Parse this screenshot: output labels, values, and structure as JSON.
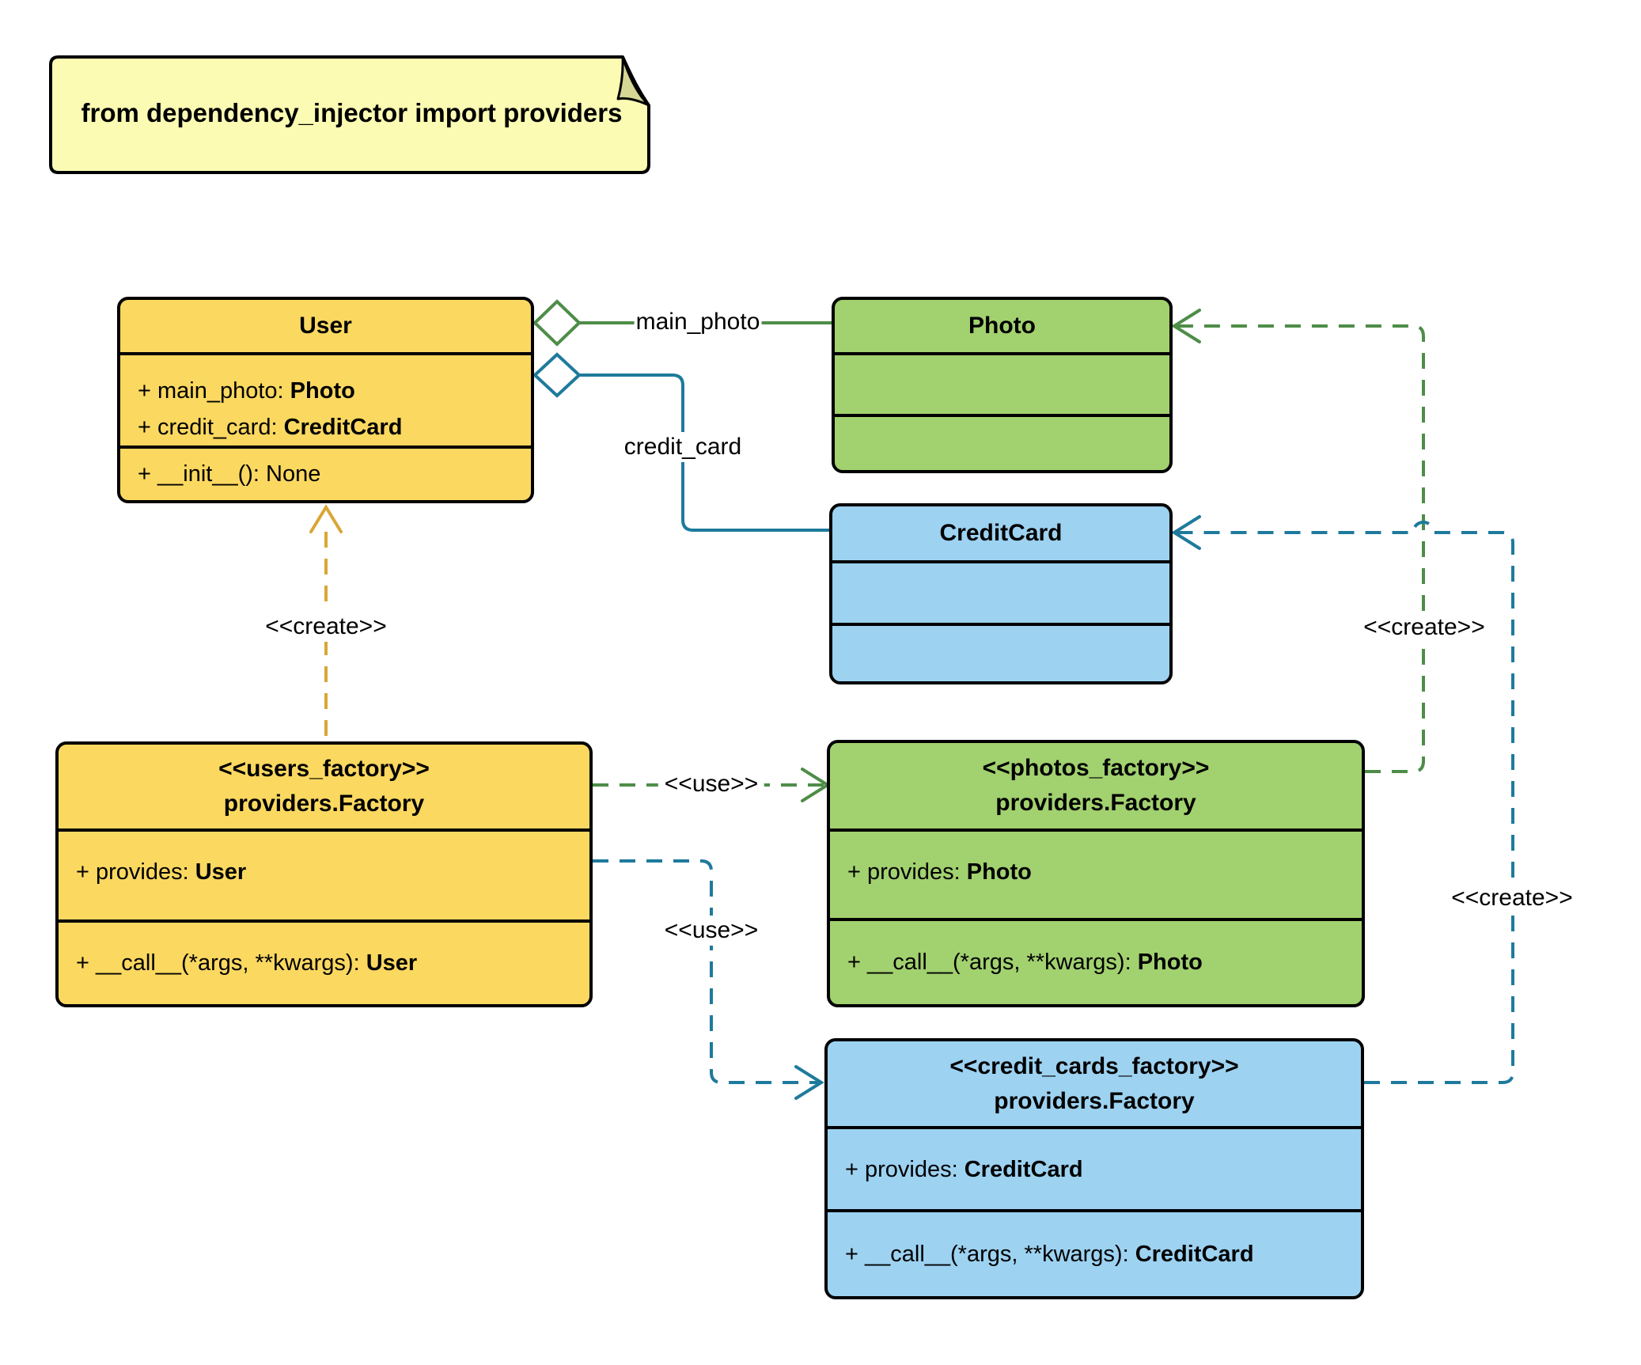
{
  "colors": {
    "yellow_fill": "#FBD860",
    "green_fill": "#A2D16F",
    "blue_fill": "#9DD2F1",
    "note_fill": "#FBFBB3",
    "note_fold": "#D6D695",
    "green_line": "#4E8D48",
    "teal_line": "#1E7A9C",
    "gold_line": "#D9A636"
  },
  "note": {
    "text": "from dependency_injector import providers"
  },
  "classes": {
    "user": {
      "title": "User",
      "attr1_prefix": "+ main_photo: ",
      "attr1_type": "Photo",
      "attr2_prefix": "+ credit_card: ",
      "attr2_type": "CreditCard",
      "method1": "+ __init__(): None"
    },
    "photo": {
      "title": "Photo"
    },
    "credit_card": {
      "title": "CreditCard"
    },
    "users_factory": {
      "stereotype": "<<users_factory>>",
      "title": "providers.Factory",
      "attr1_prefix": "+ provides: ",
      "attr1_type": "User",
      "method1_prefix": "+ __call__(*args, **kwargs): ",
      "method1_type": "User"
    },
    "photos_factory": {
      "stereotype": "<<photos_factory>>",
      "title": "providers.Factory",
      "attr1_prefix": "+ provides: ",
      "attr1_type": "Photo",
      "method1_prefix": "+ __call__(*args, **kwargs): ",
      "method1_type": "Photo"
    },
    "credit_cards_factory": {
      "stereotype": "<<credit_cards_factory>>",
      "title": "providers.Factory",
      "attr1_prefix": "+ provides: ",
      "attr1_type": "CreditCard",
      "method1_prefix": "+ __call__(*args, **kwargs): ",
      "method1_type": "CreditCard"
    }
  },
  "edges": {
    "main_photo_label": "main_photo",
    "credit_card_label": "credit_card",
    "create_user_label": "<<create>>",
    "create_photo_label": "<<create>>",
    "create_credit_card_label": "<<create>>",
    "use_photos_label": "<<use>>",
    "use_credit_cards_label": "<<use>>"
  }
}
